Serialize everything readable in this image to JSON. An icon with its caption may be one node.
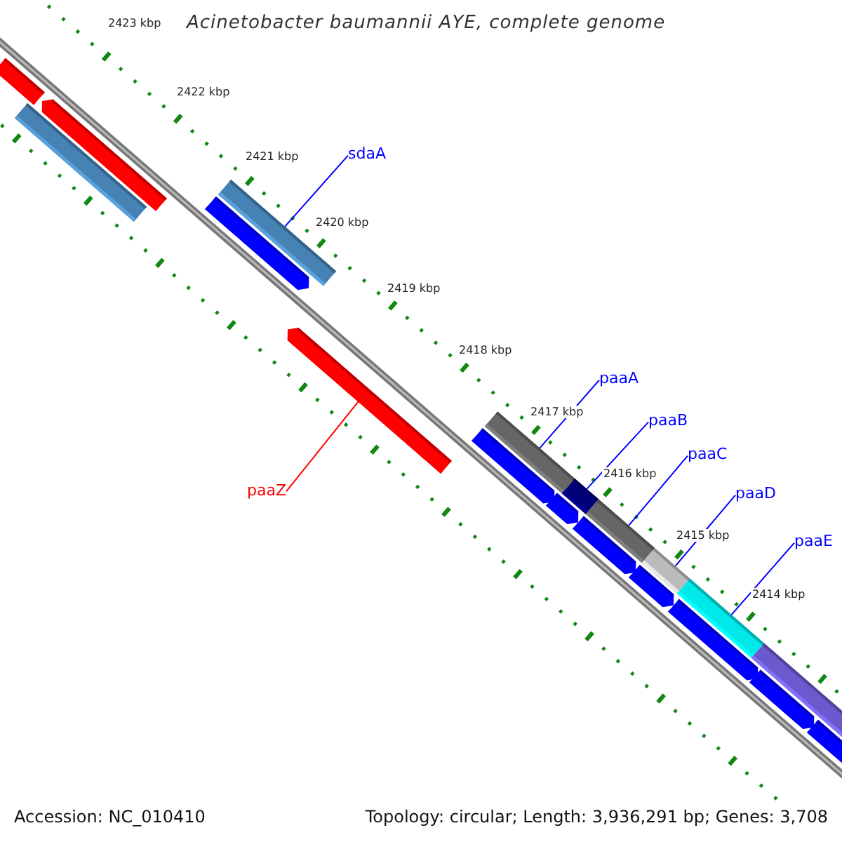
{
  "diagram": {
    "title": "Acinetobacter baumannii AYE, complete genome",
    "nodes": [
      {
        "text": [
          "sdaA"
        ]
      },
      {
        "text": [
          "paaZ"
        ]
      },
      {
        "text": [
          "paaA"
        ]
      },
      {
        "text": [
          "paaB"
        ]
      },
      {
        "text": [
          "paaC"
        ]
      },
      {
        "text": [
          "paaD"
        ]
      },
      {
        "text": [
          "paaE"
        ]
      },
      {
        "text": [],
        "shape": "bar"
      },
      {
        "text": [],
        "shape": "bar"
      },
      {
        "text": [],
        "shape": "pentagon"
      },
      {
        "text": [],
        "shape": "pentagon"
      },
      {
        "text": [],
        "shape": "bar"
      },
      {
        "text": [],
        "shape": "pentagon"
      },
      {
        "text": [],
        "shape": "pentagon"
      },
      {
        "text": [],
        "shape": "bar"
      },
      {
        "text": [],
        "shape": "pentagon"
      },
      {
        "text": [],
        "shape": "bar"
      },
      {
        "text": [],
        "shape": "pentagon"
      },
      {
        "text": [],
        "shape": "bar"
      },
      {
        "text": [],
        "shape": "pentagon"
      },
      {
        "text": [],
        "shape": "bar"
      },
      {
        "text": [],
        "shape": "pentagon"
      },
      {
        "text": [],
        "shape": "bar"
      },
      {
        "text": [],
        "shape": "pentagon"
      },
      {
        "text": [],
        "shape": "bar"
      },
      {
        "text": [],
        "shape": "pentagon"
      }
    ],
    "edges": [
      {
        "from": 0,
        "to": 11,
        "arrow": "none"
      },
      {
        "from": 1,
        "to": 12,
        "arrow": "none",
        "color": "#ff0000"
      },
      {
        "from": 2,
        "to": 14,
        "arrow": "none"
      },
      {
        "from": 3,
        "to": 16,
        "arrow": "none"
      },
      {
        "from": 4,
        "to": 18,
        "arrow": "none"
      },
      {
        "from": 5,
        "to": 20,
        "arrow": "none"
      },
      {
        "from": 6,
        "to": 22,
        "arrow": "none"
      }
    ],
    "labels": [
      "2423 kbp",
      "2422 kbp",
      "2421 kbp",
      "2420 kbp",
      "2419 kbp",
      "2418 kbp",
      "2417 kbp",
      "2416 kbp",
      "2415 kbp",
      "2414 kbp",
      "Accession: NC_010410",
      "Topology: circular; Length: 3,936,291 bp; Genes: 3,708"
    ]
  }
}
